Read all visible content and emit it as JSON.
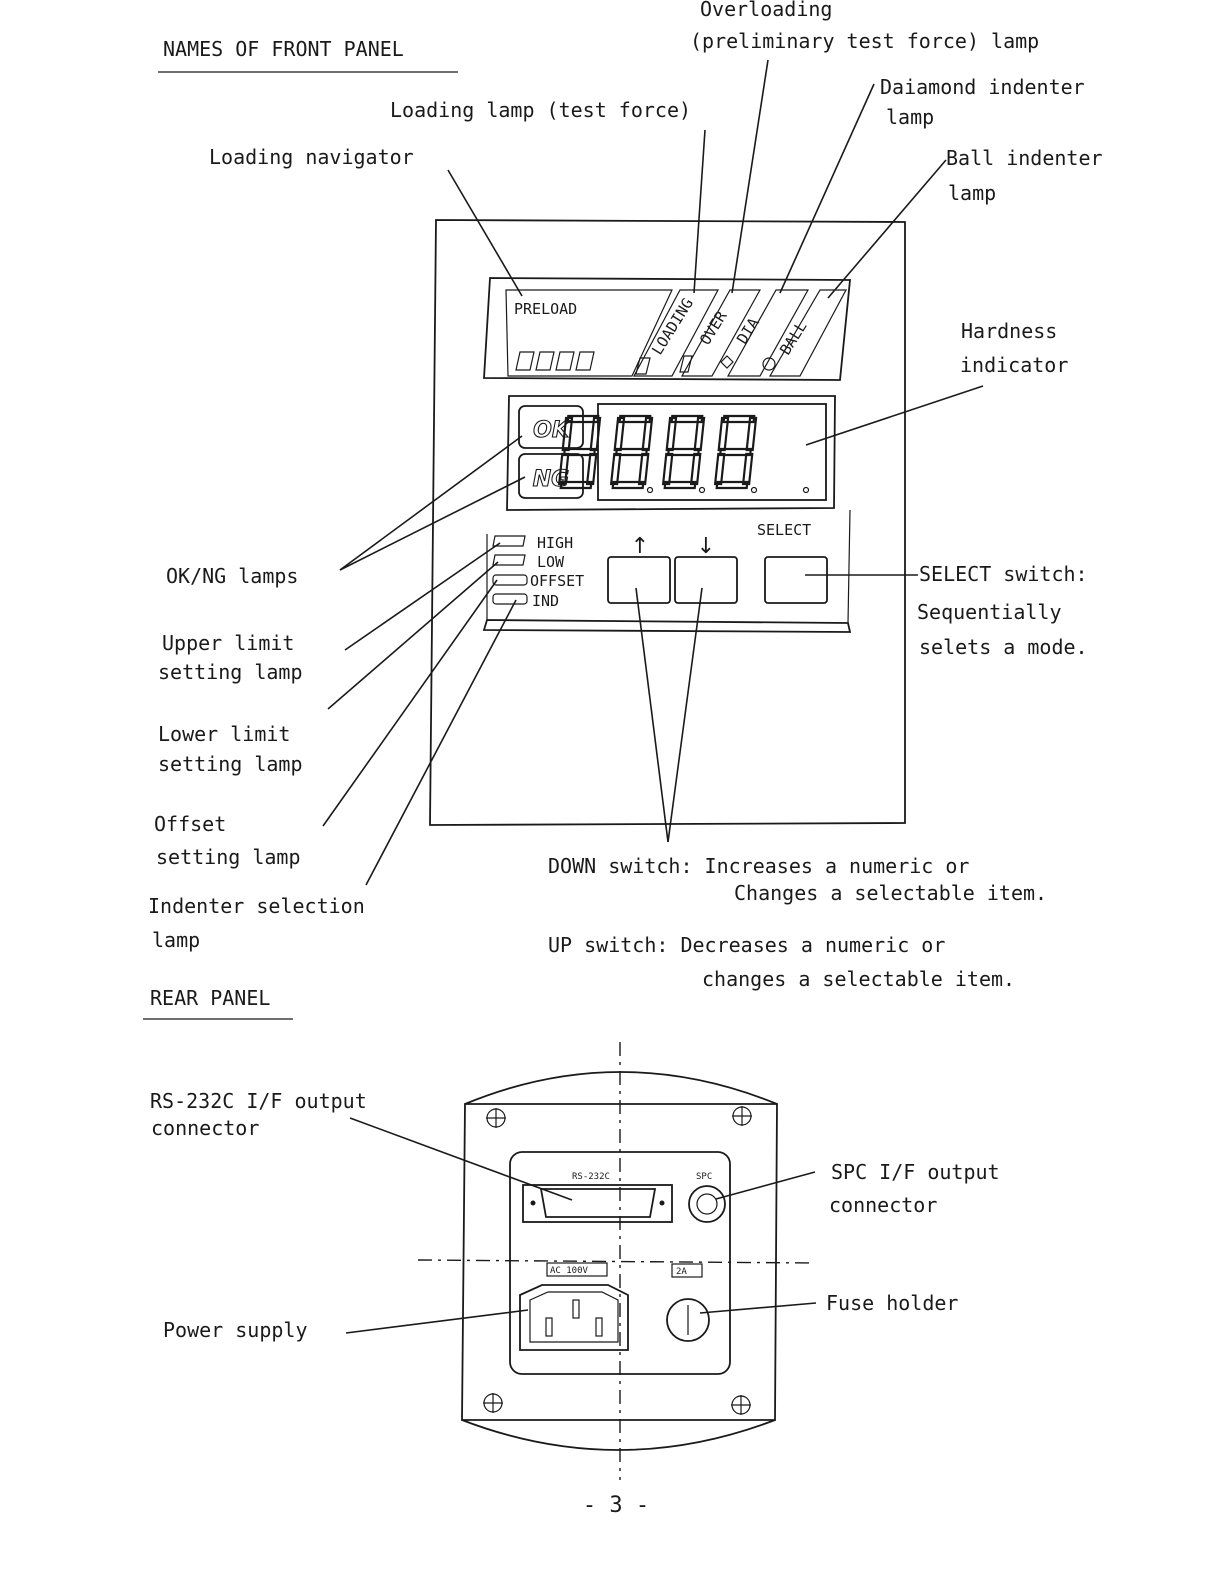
{
  "front_panel": {
    "heading": "NAMES OF FRONT PANEL",
    "labels": {
      "overloading_1": "Overloading",
      "overloading_2": "(preliminary test force) lamp",
      "diamond_1": "Daiamond indenter",
      "diamond_2": "lamp",
      "loading_lamp": "Loading lamp (test force)",
      "ball_1": "Ball indenter",
      "ball_2": "lamp",
      "navigator": "Loading navigator",
      "hardness_1": "Hardness",
      "hardness_2": "indicator",
      "okng": "OK/NG lamps",
      "upper_1": "Upper limit",
      "upper_2": "setting lamp",
      "lower_1": "Lower limit",
      "lower_2": "setting lamp",
      "offset_1": "Offset",
      "offset_2": "setting lamp",
      "indenter_1": "Indenter selection",
      "indenter_2": "lamp",
      "select_1": "SELECT switch:",
      "select_2": "Sequentially",
      "select_3": "selets a mode.",
      "down_1": "DOWN switch: Increases a numeric or",
      "down_2": "Changes a selectable item.",
      "up_1": "UP switch: Decreases a numeric or",
      "up_2": "changes a selectable item."
    },
    "device": {
      "preload": "PRELOAD",
      "loading": "LOADING",
      "over": "OVER",
      "dia": "DIA",
      "ball": "BALL",
      "ok": "OK",
      "ng": "NG",
      "high": "HIGH",
      "low": "LOW",
      "offset": "OFFSET",
      "ind": "IND",
      "select": "SELECT",
      "up_arrow": "↑",
      "down_arrow": "↓"
    }
  },
  "rear_panel": {
    "heading": "REAR PANEL",
    "labels": {
      "rs232_1": "RS-232C I/F output",
      "rs232_2": "connector",
      "spc_1": "SPC I/F output",
      "spc_2": "connector",
      "power": "Power supply",
      "fuse": "Fuse holder"
    },
    "device": {
      "rs232": "RS-232C",
      "spc": "SPC",
      "ac": "AC 100V",
      "fuse_rating": "2A"
    }
  },
  "page_number": "- 3 -"
}
